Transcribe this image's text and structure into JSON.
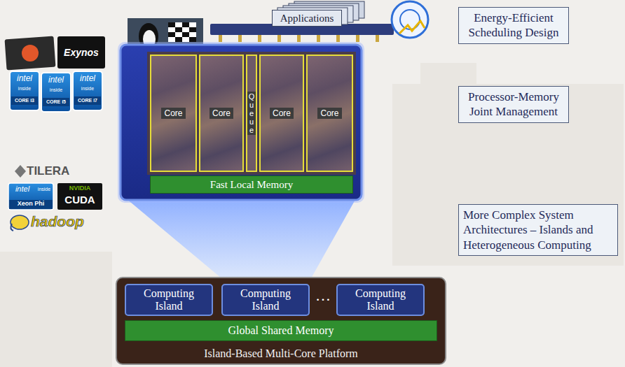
{
  "diagram": {
    "nodes": [
      {
        "text": [
          "Applications"
        ]
      },
      {
        "text": [
          "Core"
        ]
      },
      {
        "text": [
          "Core"
        ]
      },
      {
        "text": [
          "Queue"
        ]
      },
      {
        "text": [
          "Core"
        ]
      },
      {
        "text": [
          "Core"
        ]
      },
      {
        "text": [
          "Fast Local Memory"
        ]
      },
      {
        "text": [
          "Island-Based Multi-Core Platform"
        ]
      },
      {
        "text": [
          "Computing Island"
        ],
        "in": 7
      },
      {
        "text": [
          "Computing Island"
        ],
        "in": 7
      },
      {
        "text": [
          "Computing Island"
        ],
        "in": 7
      },
      {
        "text": [
          "Global Shared Memory"
        ],
        "in": 7
      },
      {
        "text": [
          "Energy-Efficient Scheduling Design"
        ]
      },
      {
        "text": [
          "Processor-Memory Joint Management"
        ]
      },
      {
        "text": [
          "More Complex System Architectures – Islands and Heterogeneous Computing"
        ]
      }
    ],
    "labels": [
      "Exynos",
      "intel",
      "inside",
      "CORE i3",
      "intel",
      "inside",
      "CORE i5",
      "intel",
      "inside",
      "CORE i7",
      "TILERA",
      "intel",
      "inside",
      "Xeon Phi",
      "NVIDIA",
      "CUDA",
      "hadoop",
      "…"
    ]
  }
}
